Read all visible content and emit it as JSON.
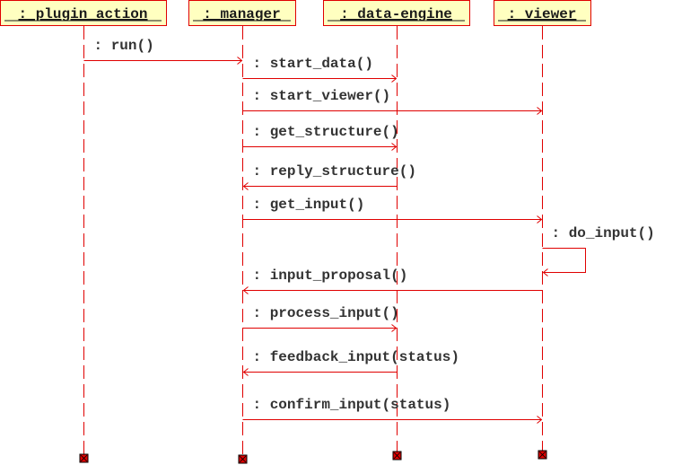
{
  "diagram": {
    "type": "sequence",
    "colors": {
      "line": "#e00000",
      "box_fill": "#ffffc0",
      "box_border": "#e00000",
      "text": "#1a1a1a",
      "terminator_fill": "#e00000"
    },
    "participants": [
      {
        "id": "plugin_action",
        "label": " : plugin_action"
      },
      {
        "id": "manager",
        "label": " : manager"
      },
      {
        "id": "data-engine",
        "label": " : data-engine"
      },
      {
        "id": "viewer",
        "label": " : viewer"
      }
    ],
    "messages": [
      {
        "from": "plugin_action",
        "to": "manager",
        "label": ": run()"
      },
      {
        "from": "manager",
        "to": "data-engine",
        "label": ": start_data()"
      },
      {
        "from": "manager",
        "to": "viewer",
        "label": ": start_viewer()"
      },
      {
        "from": "manager",
        "to": "data-engine",
        "label": ": get_structure()"
      },
      {
        "from": "data-engine",
        "to": "manager",
        "label": ": reply_structure()"
      },
      {
        "from": "manager",
        "to": "viewer",
        "label": ": get_input()"
      },
      {
        "from": "viewer",
        "to": "viewer",
        "label": ": do_input()"
      },
      {
        "from": "viewer",
        "to": "manager",
        "label": ": input_proposal()"
      },
      {
        "from": "manager",
        "to": "data-engine",
        "label": ": process_input()"
      },
      {
        "from": "data-engine",
        "to": "manager",
        "label": ": feedback_input(status)"
      },
      {
        "from": "manager",
        "to": "viewer",
        "label": ": confirm_input(status)"
      }
    ]
  }
}
